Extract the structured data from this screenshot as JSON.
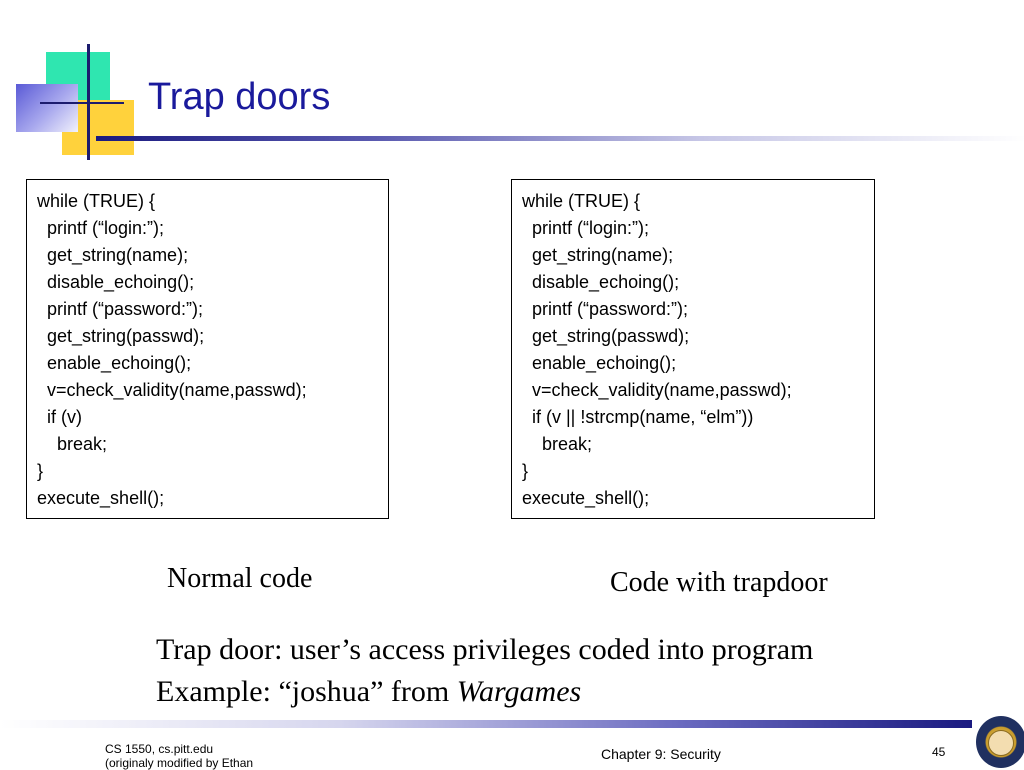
{
  "title": "Trap doors",
  "code_left": {
    "lines": [
      "while (TRUE) {",
      "  printf (“login:”);",
      "  get_string(name);",
      "  disable_echoing();",
      "  printf (“password:”);",
      "  get_string(passwd);",
      "  enable_echoing();",
      "  v=check_validity(name,passwd);",
      "  if (v)",
      "    break;",
      "}",
      "execute_shell();"
    ]
  },
  "code_right": {
    "lines": [
      "while (TRUE) {",
      "  printf (“login:”);",
      "  get_string(name);",
      "  disable_echoing();",
      "  printf (“password:”);",
      "  get_string(passwd);",
      "  enable_echoing();",
      "  v=check_validity(name,passwd);",
      "  if (v || !strcmp(name, “elm”))",
      "    break;",
      "}",
      "execute_shell();"
    ]
  },
  "captions": {
    "left": "Normal code",
    "right": "Code with trapdoor"
  },
  "body": {
    "line1": "Trap door: user’s access privileges coded into program",
    "line2_prefix": "Example: “joshua” from ",
    "line2_italic": "Wargames"
  },
  "footer": {
    "left_line1": "CS 1550, cs.pitt.edu",
    "left_line2": "(originaly modified by Ethan",
    "center": "Chapter 9: Security",
    "page_number": "45"
  },
  "colors": {
    "title": "#1a1a9c",
    "accent_green": "#2fe6b0",
    "accent_yellow": "#ffd23c",
    "accent_blue": "#5a5ad6",
    "rule": "#1a1a80"
  },
  "icons": {
    "seal": "university-seal-icon"
  }
}
